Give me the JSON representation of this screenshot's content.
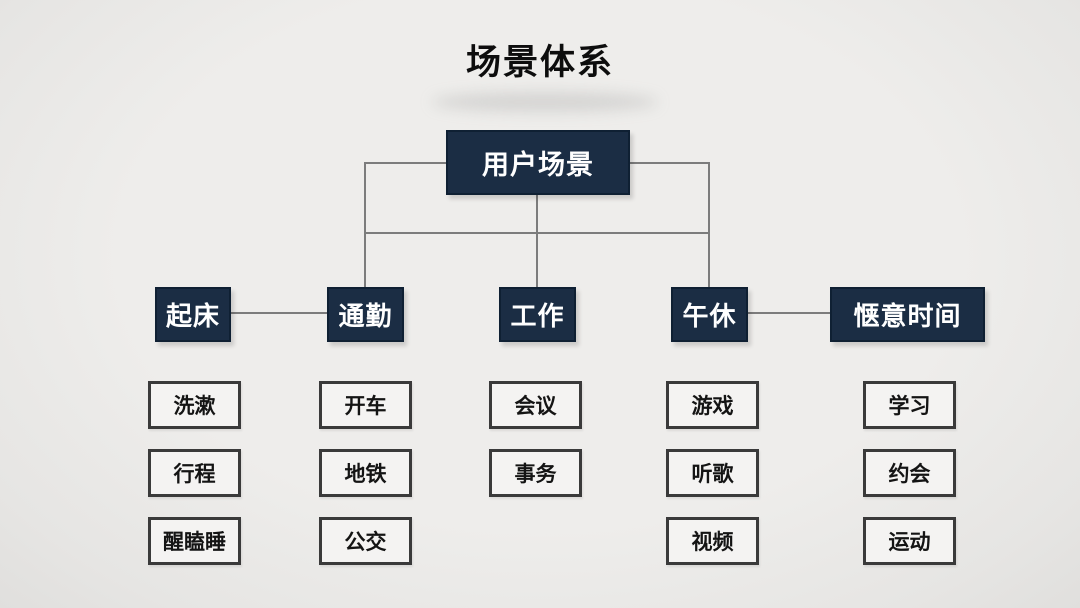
{
  "title": "场景体系",
  "colors": {
    "node_fill": "#1b2d44",
    "node_border": "#0f2033",
    "leaf_border": "#3a3a3a",
    "connector": "#7c7c7c",
    "background": "#eaE9e7"
  },
  "tree": {
    "root": {
      "label": "用户场景"
    },
    "branches": [
      {
        "label": "起床",
        "children": [
          "洗漱",
          "行程",
          "醒瞌睡"
        ]
      },
      {
        "label": "通勤",
        "children": [
          "开车",
          "地铁",
          "公交"
        ]
      },
      {
        "label": "工作",
        "children": [
          "会议",
          "事务"
        ]
      },
      {
        "label": "午休",
        "children": [
          "游戏",
          "听歌",
          "视频"
        ]
      },
      {
        "label": "惬意时间",
        "children": [
          "学习",
          "约会",
          "运动"
        ]
      }
    ]
  }
}
